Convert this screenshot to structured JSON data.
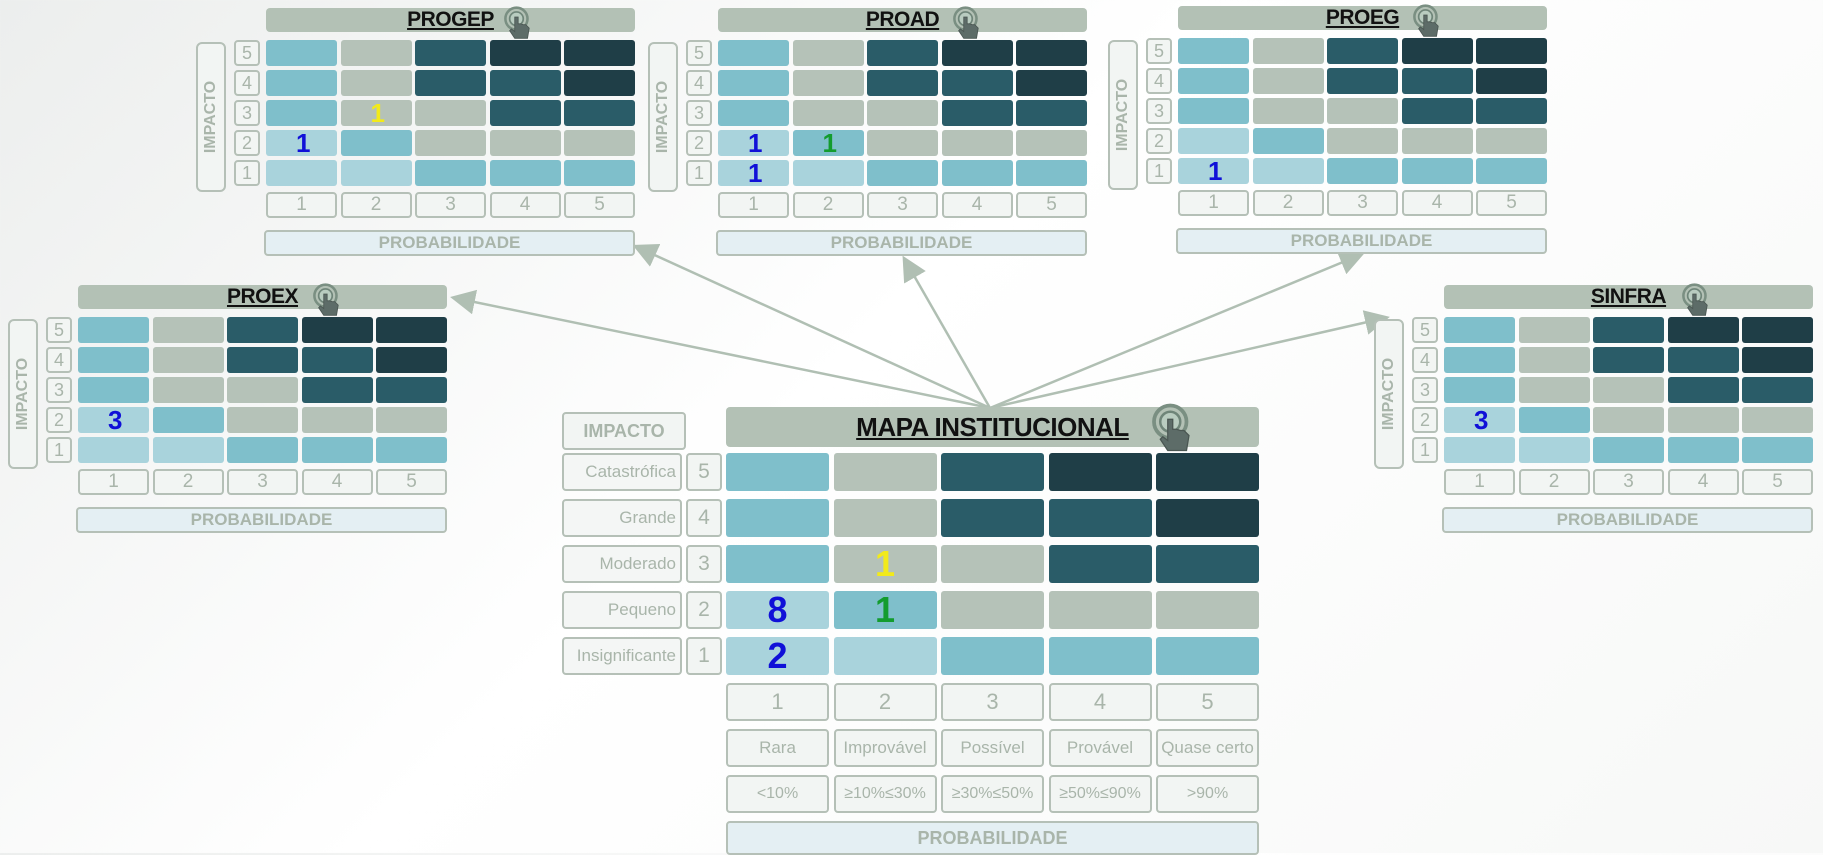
{
  "colors": {
    "low": "#a9d3dc",
    "medium_low": "#7fbfcb",
    "medium": "#b5c2b8",
    "high": "#2a5c68",
    "extreme": "#1f3e47",
    "count_blue": "#1010d8",
    "count_green": "#139c2e",
    "count_yellow": "#f2ea1a"
  },
  "icons": {
    "title_action": "hand-pointer-icon"
  },
  "axis_labels": {
    "impacto": "IMPACTO",
    "probabilidade": "PROBABILIDADE"
  },
  "level_numbers": [
    "1",
    "2",
    "3",
    "4",
    "5"
  ],
  "small_maps": [
    {
      "id": "progep",
      "title": "PROGEP",
      "marks": [
        {
          "impact": 2,
          "prob": 1,
          "count": "1",
          "color": "blue"
        },
        {
          "impact": 3,
          "prob": 2,
          "count": "1",
          "color": "yellow"
        }
      ]
    },
    {
      "id": "proad",
      "title": "PROAD",
      "marks": [
        {
          "impact": 2,
          "prob": 1,
          "count": "1",
          "color": "blue"
        },
        {
          "impact": 2,
          "prob": 2,
          "count": "1",
          "color": "green"
        },
        {
          "impact": 1,
          "prob": 1,
          "count": "1",
          "color": "blue"
        }
      ]
    },
    {
      "id": "proeg",
      "title": "PROEG",
      "marks": [
        {
          "impact": 1,
          "prob": 1,
          "count": "1",
          "color": "blue"
        }
      ]
    },
    {
      "id": "proex",
      "title": "PROEX",
      "marks": [
        {
          "impact": 2,
          "prob": 1,
          "count": "3",
          "color": "blue"
        }
      ]
    },
    {
      "id": "sinfra",
      "title": "SINFRA",
      "marks": [
        {
          "impact": 2,
          "prob": 1,
          "count": "3",
          "color": "blue"
        }
      ]
    }
  ],
  "main_map": {
    "title": "MAPA INSTITUCIONAL",
    "impact_header": "IMPACTO",
    "impact_rows": [
      {
        "level": "5",
        "label": "Catastrófica"
      },
      {
        "level": "4",
        "label": "Grande"
      },
      {
        "level": "3",
        "label": "Moderado"
      },
      {
        "level": "2",
        "label": "Pequeno"
      },
      {
        "level": "1",
        "label": "Insignificante"
      }
    ],
    "prob_levels": [
      "1",
      "2",
      "3",
      "4",
      "5"
    ],
    "prob_labels": [
      "Rara",
      "Improvável",
      "Possível",
      "Provável",
      "Quase certo"
    ],
    "prob_ranges": [
      "<10%",
      "≥10%≤30%",
      "≥30%≤50%",
      "≥50%≤90%",
      ">90%"
    ],
    "prob_header": "PROBABILIDADE",
    "marks": [
      {
        "impact": 3,
        "prob": 2,
        "count": "1",
        "color": "yellow"
      },
      {
        "impact": 2,
        "prob": 1,
        "count": "8",
        "color": "blue"
      },
      {
        "impact": 2,
        "prob": 2,
        "count": "1",
        "color": "green"
      },
      {
        "impact": 1,
        "prob": 1,
        "count": "2",
        "color": "blue"
      }
    ]
  },
  "risk_grid": [
    [
      "medium_low",
      "medium",
      "high",
      "extreme",
      "extreme"
    ],
    [
      "medium_low",
      "medium",
      "high",
      "high",
      "extreme"
    ],
    [
      "medium_low",
      "medium",
      "medium",
      "high",
      "high"
    ],
    [
      "low",
      "medium_low",
      "medium",
      "medium",
      "medium"
    ],
    [
      "low",
      "low",
      "medium_low",
      "medium_low",
      "medium_low"
    ]
  ]
}
